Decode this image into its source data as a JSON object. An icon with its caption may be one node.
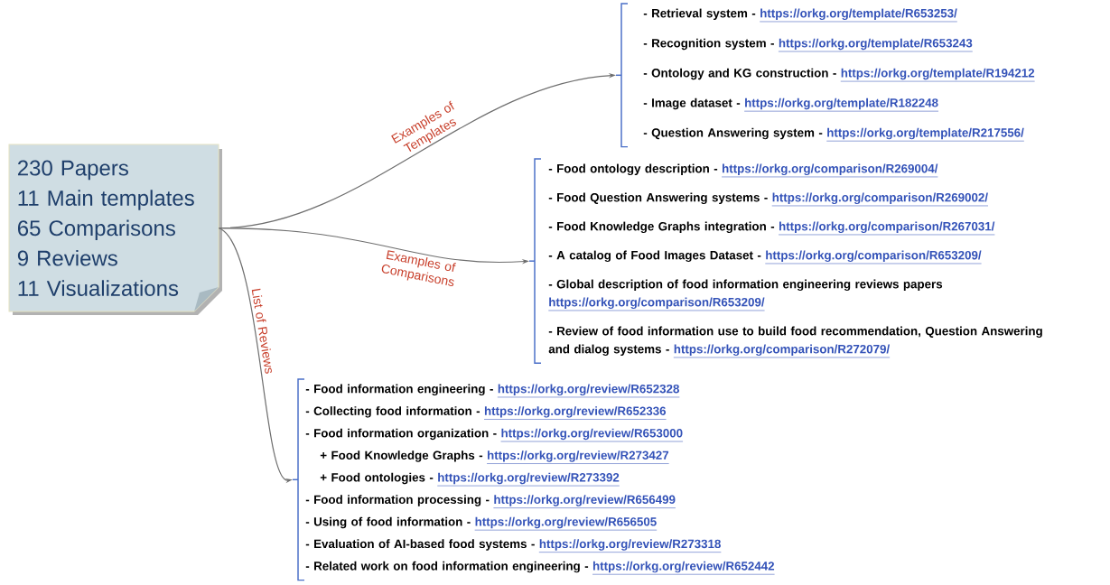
{
  "diagram": {
    "nodes": [
      {
        "text": [
          "230 Papers",
          "11 Main templates",
          "65 Comparisons",
          "9 Reviews",
          "11 Visualizations"
        ]
      },
      {
        "text": [
          "- Retrieval system -",
          "https://orkg.org/template/R653253/",
          "- Recognition system -",
          "https://orkg.org/template/R653243",
          "- Ontology and KG construction -",
          "https://orkg.org/template/R194212",
          "- Image dataset -",
          "https://orkg.org/template/R182248",
          "- Question Answering system -",
          "https://orkg.org/template/R217556/"
        ]
      },
      {
        "text": [
          "- Food ontology description -",
          "https://orkg.org/comparison/R269004/",
          "- Food Question Answering systems -",
          "https://orkg.org/comparison/R269002/",
          "- Food Knowledge Graphs integration -",
          "https://orkg.org/comparison/R267031/",
          "- A catalog of Food Images Dataset -",
          "https://orkg.org/comparison/R653209/",
          "- Global description of food information engineering reviews papers",
          "https://orkg.org/comparison/R653209/",
          "- Review of food information use to build food recommendation, Question Answering and dialog systems -",
          "https://orkg.org/comparison/R272079/"
        ]
      },
      {
        "text": [
          "- Food information engineering -",
          "https://orkg.org/review/R652328",
          "- Collecting food information -",
          "https://orkg.org/review/R652336",
          "- Food information organization -",
          "https://orkg.org/review/R653000",
          "+ Food Knowledge Graphs -",
          "https://orkg.org/review/R273427",
          "+ Food ontologies -",
          "https://orkg.org/review/R273392",
          "- Food information processing -",
          "https://orkg.org/review/R656499",
          "- Using of food information -",
          "https://orkg.org/review/R656505",
          "- Evaluation of AI-based food systems -",
          "https://orkg.org/review/R273318",
          "- Related work on food information engineering -",
          "https://orkg.org/review/R652442"
        ]
      }
    ],
    "edges": [
      {
        "from": 0,
        "to": 1,
        "arrow": "to",
        "label": "Examples of Templates"
      },
      {
        "from": 0,
        "to": 2,
        "arrow": "to",
        "label": "Examples of Comparisons"
      },
      {
        "from": 0,
        "to": 3,
        "arrow": "to",
        "label": "List of Reviews"
      }
    ]
  }
}
